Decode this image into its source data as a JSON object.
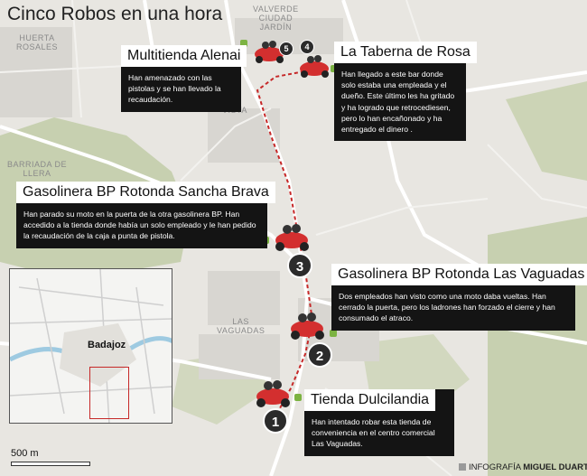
{
  "title": "Cinco Robos en una hora",
  "neighborhoods": {
    "huerta_rosales": "HUERTA\nROSALES",
    "valverde": "VALVERDE\nCIUDAD\nJARDÍN",
    "barriada": "BARRIADA DE\nLLERA",
    "las_vaguadas": "LAS\nVAGUADAS",
    "vista": "VISTA"
  },
  "incidents": [
    {
      "number": "5",
      "title": "Multitienda Alenai",
      "text": "Han amenazado con las pistolas y se han llevado la recaudación."
    },
    {
      "number": "4",
      "title": "La Taberna de Rosa",
      "text": "Han llegado a este bar donde solo estaba una empleada y el dueño. Este último les ha gritado y ha logrado que retrocediesen, pero lo han encañonado y ha entregado el dinero ."
    },
    {
      "number": "3",
      "title": "Gasolinera BP Rotonda Sancha Brava",
      "text": "Han parado su moto en la puerta de la otra gasolinera BP. Han accedido a la tienda donde había un solo empleado y le han pedido la recaudación de la caja a punta de pistola."
    },
    {
      "number": "2",
      "title": "Gasolinera BP Rotonda Las Vaguadas",
      "text": "Dos empleados han visto como una moto daba vueltas. Han cerrado la puerta, pero los ladrones han forzado el cierre y han consumado el atraco."
    },
    {
      "number": "1",
      "title": "Tienda Dulcilandia",
      "text": "Han intentado robar esta tienda de conveniencia en el centro comercial Las Vaguadas."
    }
  ],
  "inset": {
    "city": "Badajoz"
  },
  "scale": "500 m",
  "credit": {
    "prefix": "INFOGRAFÍA",
    "author": "MIGUEL DUARTE"
  },
  "colors": {
    "route": "#c62828",
    "moto": "#d32f2f",
    "box": "#141414",
    "marker": "#2b2b2b"
  },
  "icons": {
    "moto": "motorcycle-icon",
    "bag": "money-bag-icon"
  }
}
